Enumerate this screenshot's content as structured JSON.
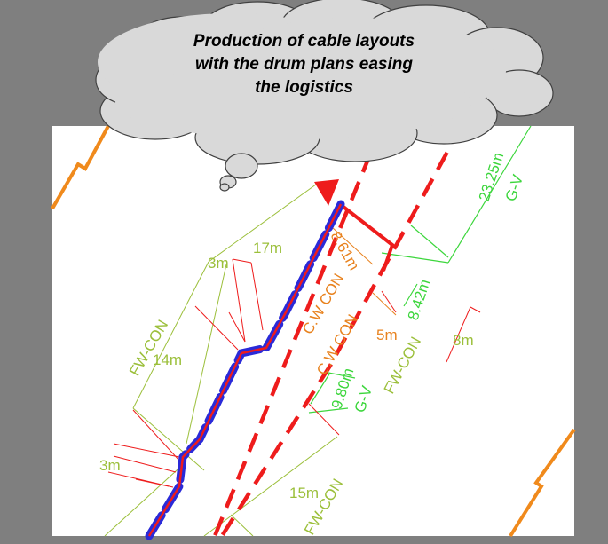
{
  "callout": {
    "lines": [
      "Production of cable layouts",
      "with the drum plans easing",
      "the logistics"
    ]
  },
  "drawing": {
    "labels": {
      "m_8_61": "8.61m",
      "cw_con_1": "C.W CON",
      "cw_con_2": "C.W CON",
      "m_23_25": "23.25m",
      "gv_1": "G-V",
      "m_8_42": "8.42m",
      "m_5": "5m",
      "m_9_80": "9.80m",
      "gv_2": "G-V",
      "fwcon_1": "FW-CON",
      "m_8": "8m",
      "m_3_top": "3m",
      "m_17": "17m",
      "fwcon_2": "FW-CON",
      "m_14": "14m",
      "m_3_bottom": "3m",
      "m_15": "15m",
      "fwcon_3": "FW-CON"
    },
    "colors": {
      "background": "#7f7f7f",
      "sheet": "#ffffff",
      "cloud_fill": "#d9d9d9",
      "cable_blue": "#2a2ad8",
      "route_red": "#ee1c1c",
      "trench_orange": "#f08a1c",
      "dim_green": "#3cd63c",
      "dim_olive": "#9bbf3a",
      "dim_orange": "#e8821e"
    }
  }
}
